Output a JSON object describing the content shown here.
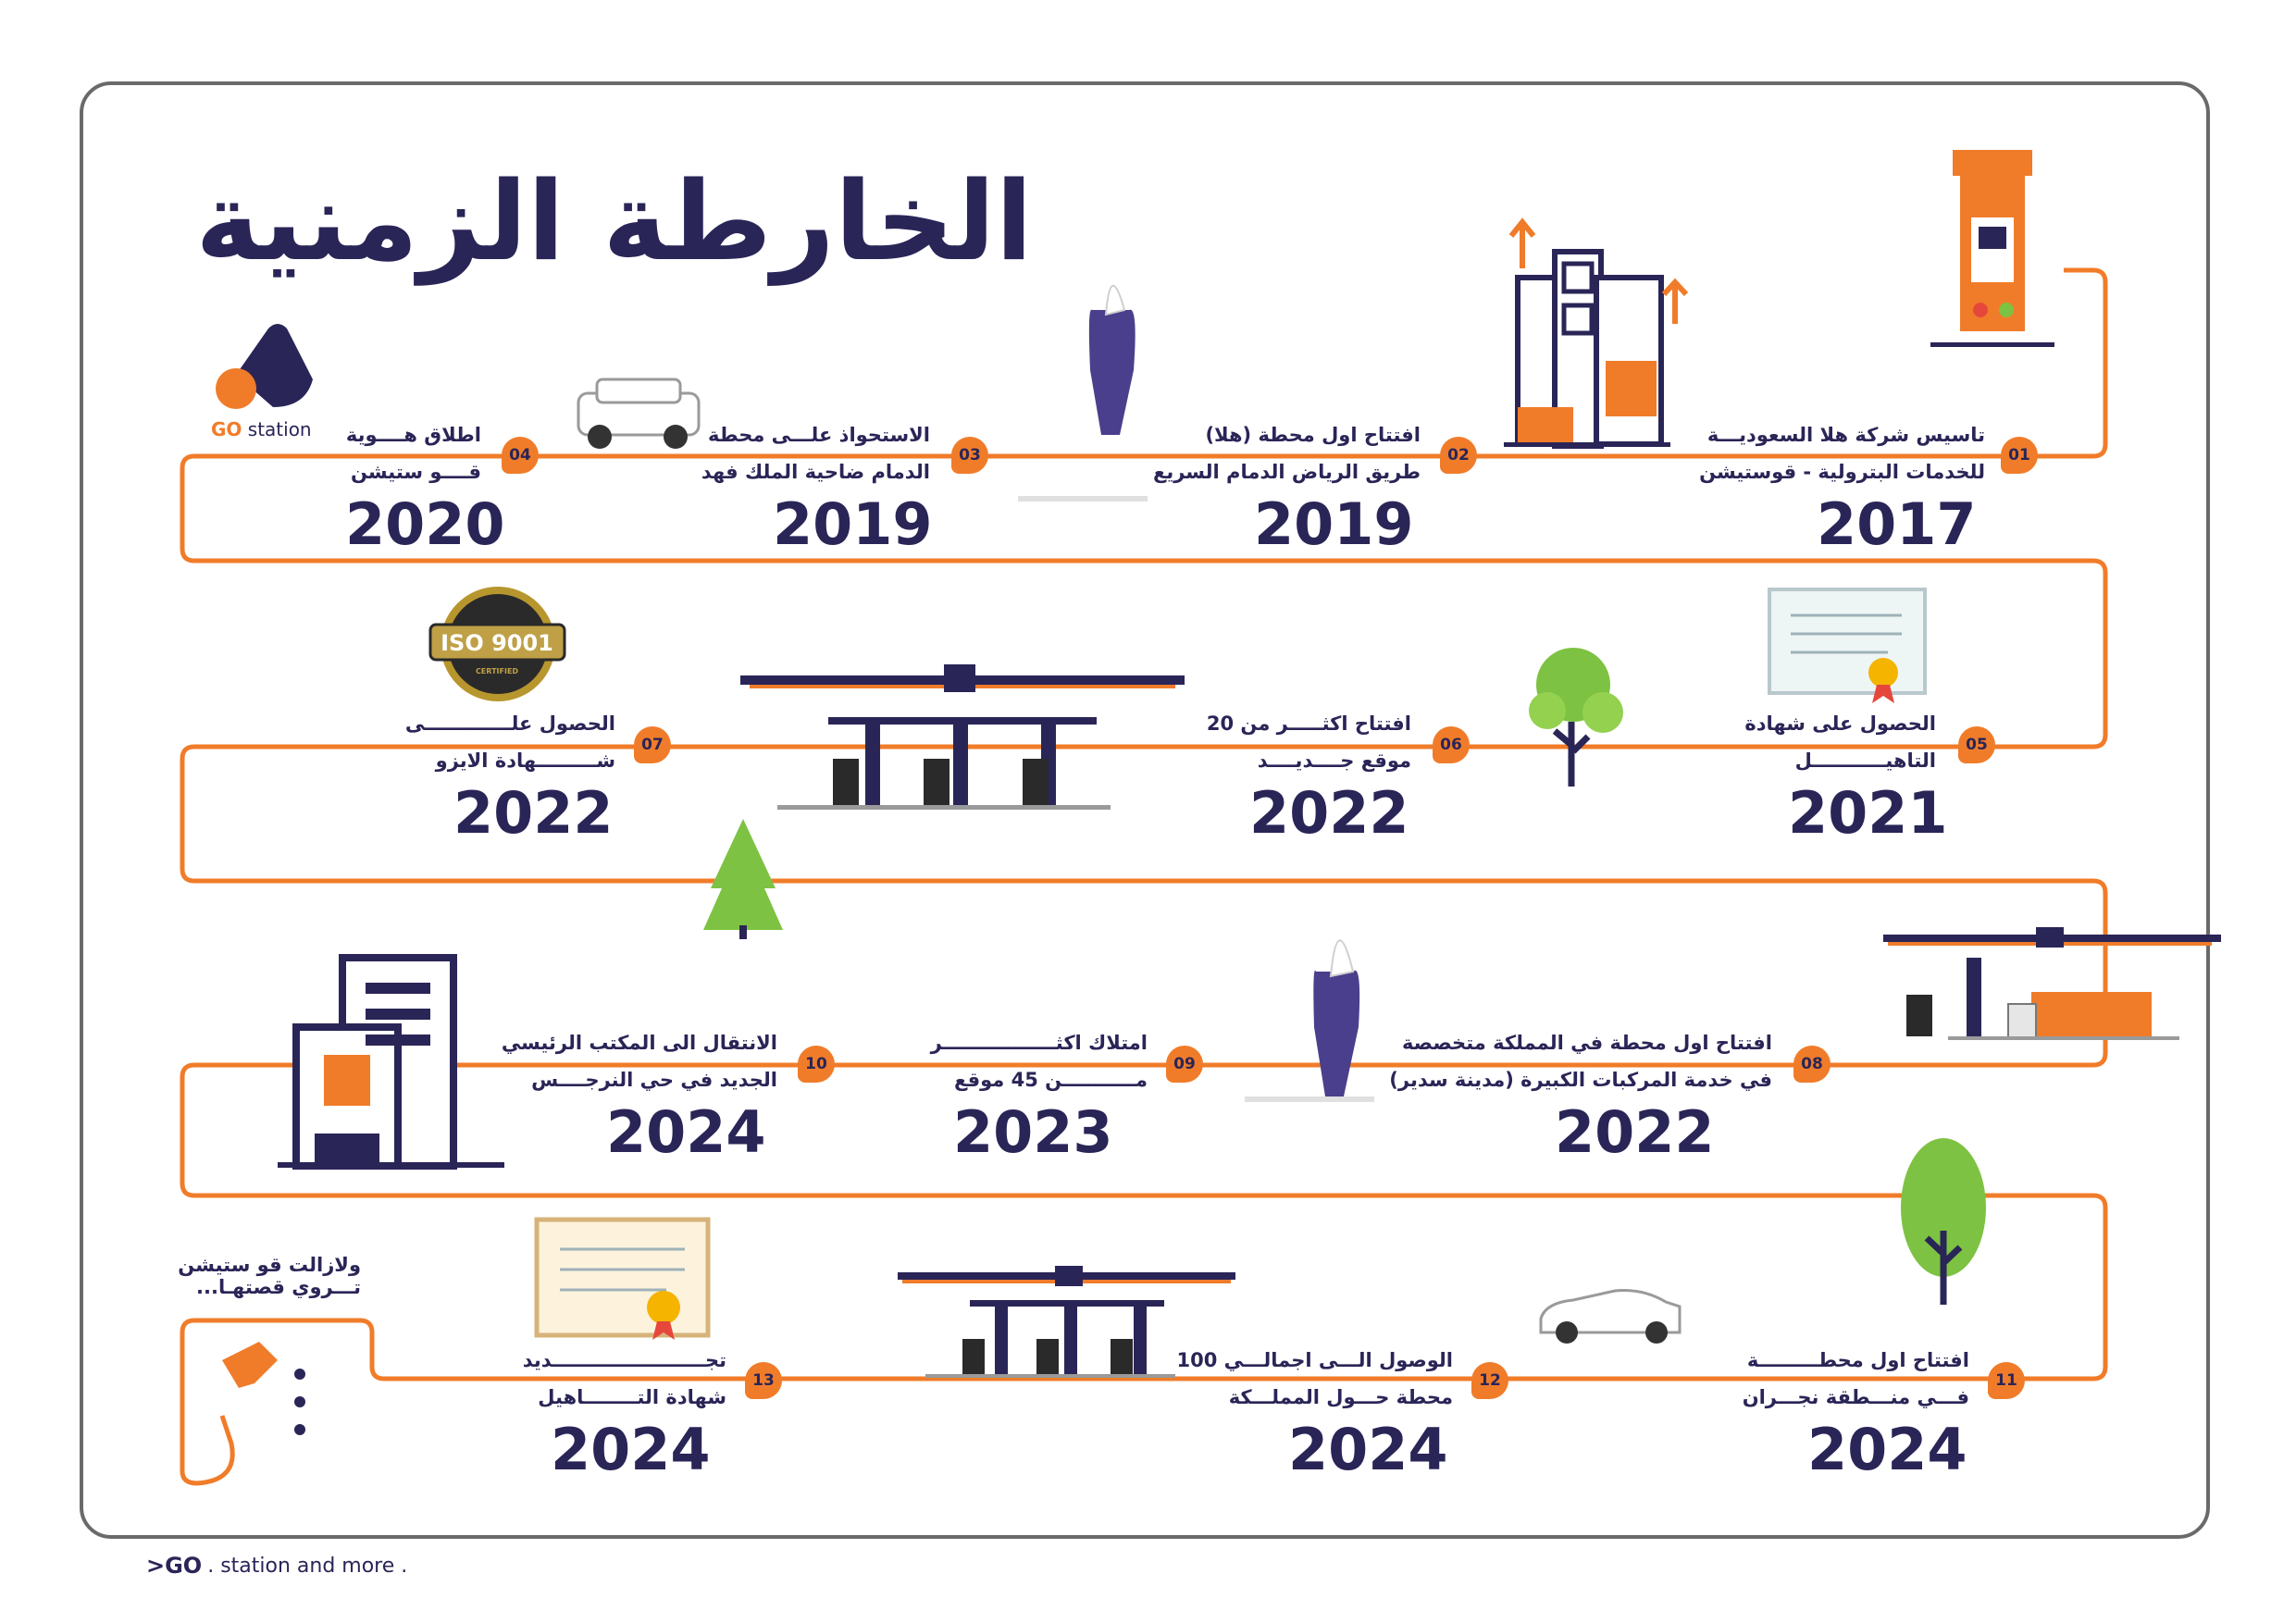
{
  "title": "الخارطة الزمنية",
  "logo": {
    "mark": "GO",
    "word": "station"
  },
  "milestones": [
    {
      "num": "01",
      "line1": "تاسيس شركة هلا السعوديـــة",
      "line2": "للخدمات البترولية - قوستيشن",
      "year": "2017",
      "icon": "fuel-pump-icon"
    },
    {
      "num": "02",
      "line1": "افتتاح اول محطة (هلا)",
      "line2": "طريق الرياض الدمام السريع",
      "year": "2019",
      "icon": "buildings-growth-icon"
    },
    {
      "num": "03",
      "line1": "الاستحواذ علـــى محطة",
      "line2": "الدمام ضاحية الملك فهد",
      "year": "2019",
      "icon": "station-totem-icon"
    },
    {
      "num": "04",
      "line1": "اطلاق هــــوية",
      "line2": "قــــو ستيشن",
      "year": "2020",
      "icon": "suv-car-icon"
    },
    {
      "num": "05",
      "line1": "الحصول على شهادة",
      "line2": "التاهيـــــــــــل",
      "year": "2021",
      "icon": "certificate-icon"
    },
    {
      "num": "06",
      "line1": "افتتاح اكثـــــر من 20",
      "line2": "موقع جــــديــــد",
      "year": "2022",
      "icon": "tree-icon"
    },
    {
      "num": "07",
      "line1": "الحصول علـــــــــــــى",
      "line2": "شـــــــــهادة الايزو",
      "year": "2022",
      "icon": "iso-badge-icon"
    },
    {
      "num": "08",
      "line1": "افتتاح اول محطة في المملكة متخصصة",
      "line2": "في خدمة المركبات الكبيرة (مدينة سدير)",
      "year": "2022",
      "icon": "truck-station-icon"
    },
    {
      "num": "09",
      "line1": "امتلاك اكثـــــــــــــــــر",
      "line2": "مـــــــــــن 45 موقع",
      "year": "2023",
      "icon": "station-totem-icon"
    },
    {
      "num": "10",
      "line1": "الانتقال الى المكتب الرئيسي",
      "line2": "الجديد في حي النرجــــس",
      "year": "2024",
      "icon": "office-building-icon"
    },
    {
      "num": "11",
      "line1": "افتتاح اول محطـــــــــة",
      "line2": "فـــي منـــطقة نجـــران",
      "year": "2024",
      "icon": "tree-icon"
    },
    {
      "num": "12",
      "line1": "الوصول الـــى اجمالـــي 100",
      "line2": "محطة حـــول المملـــكة",
      "year": "2024",
      "icon": "sedan-car-icon"
    },
    {
      "num": "13",
      "line1": "تجـــــــــــــــــــــــديد",
      "line2": "شهادة التــــــــاهيل",
      "year": "2024",
      "icon": "certificate-icon"
    }
  ],
  "iso_badge_text": "ISO 9001",
  "iso_badge_sub": "CERTIFIED",
  "closing": {
    "line1": "ولازالت قو ستيشن",
    "line2": "تـــروي قصتهـا..."
  },
  "footer": {
    "mark": ">GO",
    "text": ". station and more ."
  },
  "colors": {
    "navy": "#2a2557",
    "orange": "#f07c2a",
    "green": "#7dc242"
  }
}
